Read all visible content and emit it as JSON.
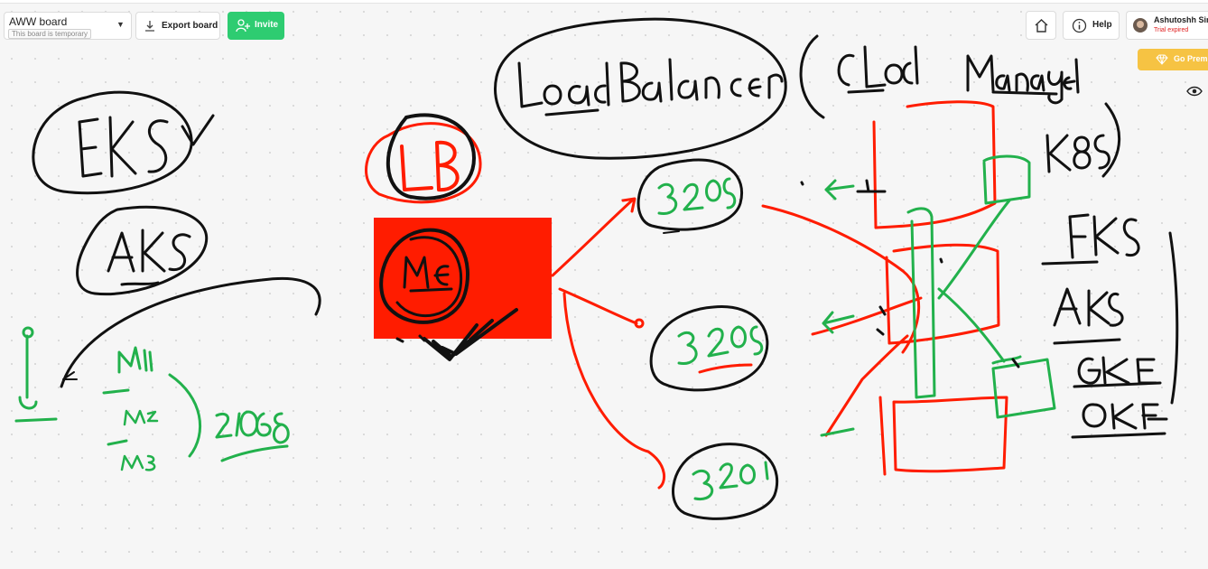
{
  "toolbar": {
    "board_name": "AWW board",
    "board_note": "This board is temporary",
    "export_label": "Export board",
    "invite_label": "Invite",
    "help_label": "Help"
  },
  "user": {
    "name": "Ashutoshh Sin",
    "status": "Trial expired"
  },
  "premium_label": "Go Prem",
  "colors": {
    "invite": "#2ecc71",
    "premium": "#f6c343",
    "ink_black": "#111111",
    "ink_red": "#ff1c00",
    "ink_green": "#22b14c",
    "trial_expired": "#e02020"
  },
  "icons": [
    "download-icon",
    "add-user-icon",
    "home-icon",
    "help-circle-icon",
    "diamond-icon",
    "eye-icon"
  ]
}
